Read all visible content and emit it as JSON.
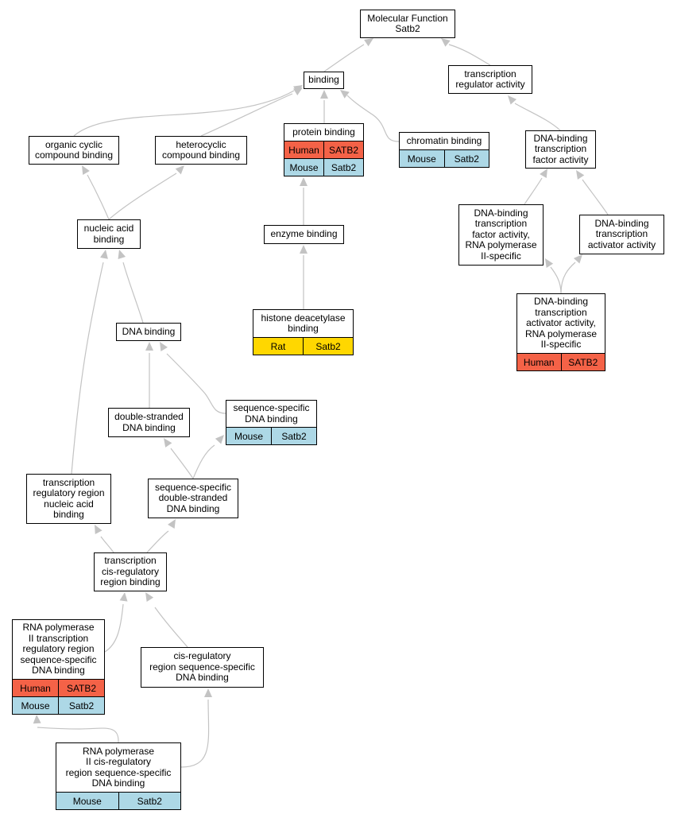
{
  "colors": {
    "human": "#f46247",
    "mouse": "#add8e6",
    "rat": "#ffd700",
    "edge": "#c3c3c3"
  },
  "nodes": {
    "mf": {
      "label": "Molecular Function\nSatb2",
      "annotations": []
    },
    "binding": {
      "label": "binding",
      "annotations": []
    },
    "tra": {
      "label": "transcription\nregulator activity",
      "annotations": []
    },
    "occb": {
      "label": "organic cyclic\ncompound binding",
      "annotations": []
    },
    "hcb": {
      "label": "heterocyclic\ncompound binding",
      "annotations": []
    },
    "pb": {
      "label": "protein binding",
      "annotations": [
        [
          "Human",
          "SATB2"
        ],
        [
          "Mouse",
          "Satb2"
        ]
      ]
    },
    "chb": {
      "label": "chromatin binding",
      "annotations": [
        [
          "Mouse",
          "Satb2"
        ]
      ]
    },
    "dbtfa": {
      "label": "DNA-binding\ntranscription\nfactor activity",
      "annotations": []
    },
    "nab": {
      "label": "nucleic acid\nbinding",
      "annotations": []
    },
    "eb": {
      "label": "enzyme binding",
      "annotations": []
    },
    "dbtfa2": {
      "label": "DNA-binding\ntranscription\nfactor activity,\nRNA polymerase\nII-specific",
      "annotations": []
    },
    "dbtaa": {
      "label": "DNA-binding\ntranscription\nactivator activity",
      "annotations": []
    },
    "hdb": {
      "label": "histone deacetylase\nbinding",
      "annotations": [
        [
          "Rat",
          "Satb2"
        ]
      ]
    },
    "dbtaa2": {
      "label": "DNA-binding\ntranscription\nactivator activity,\nRNA polymerase\nII-specific",
      "annotations": [
        [
          "Human",
          "SATB2"
        ]
      ]
    },
    "dnab": {
      "label": "DNA binding",
      "annotations": []
    },
    "ssdb": {
      "label": "sequence-specific\nDNA binding",
      "annotations": [
        [
          "Mouse",
          "Satb2"
        ]
      ]
    },
    "dsdb": {
      "label": "double-stranded\nDNA binding",
      "annotations": []
    },
    "trrnab": {
      "label": "transcription\nregulatory region\nnucleic acid\nbinding",
      "annotations": []
    },
    "ssdsdb": {
      "label": "sequence-specific\ndouble-stranded\nDNA binding",
      "annotations": []
    },
    "tcrb": {
      "label": "transcription\ncis-regulatory\nregion binding",
      "annotations": []
    },
    "rp2": {
      "label": "RNA polymerase\nII transcription\nregulatory region\nsequence-specific\nDNA binding",
      "annotations": [
        [
          "Human",
          "SATB2"
        ],
        [
          "Mouse",
          "Satb2"
        ]
      ]
    },
    "crssdb": {
      "label": "cis-regulatory\nregion sequence-specific\nDNA binding",
      "annotations": []
    },
    "rp2cr": {
      "label": "RNA polymerase\nII cis-regulatory\nregion sequence-specific\nDNA binding",
      "annotations": [
        [
          "Mouse",
          "Satb2"
        ]
      ]
    }
  }
}
